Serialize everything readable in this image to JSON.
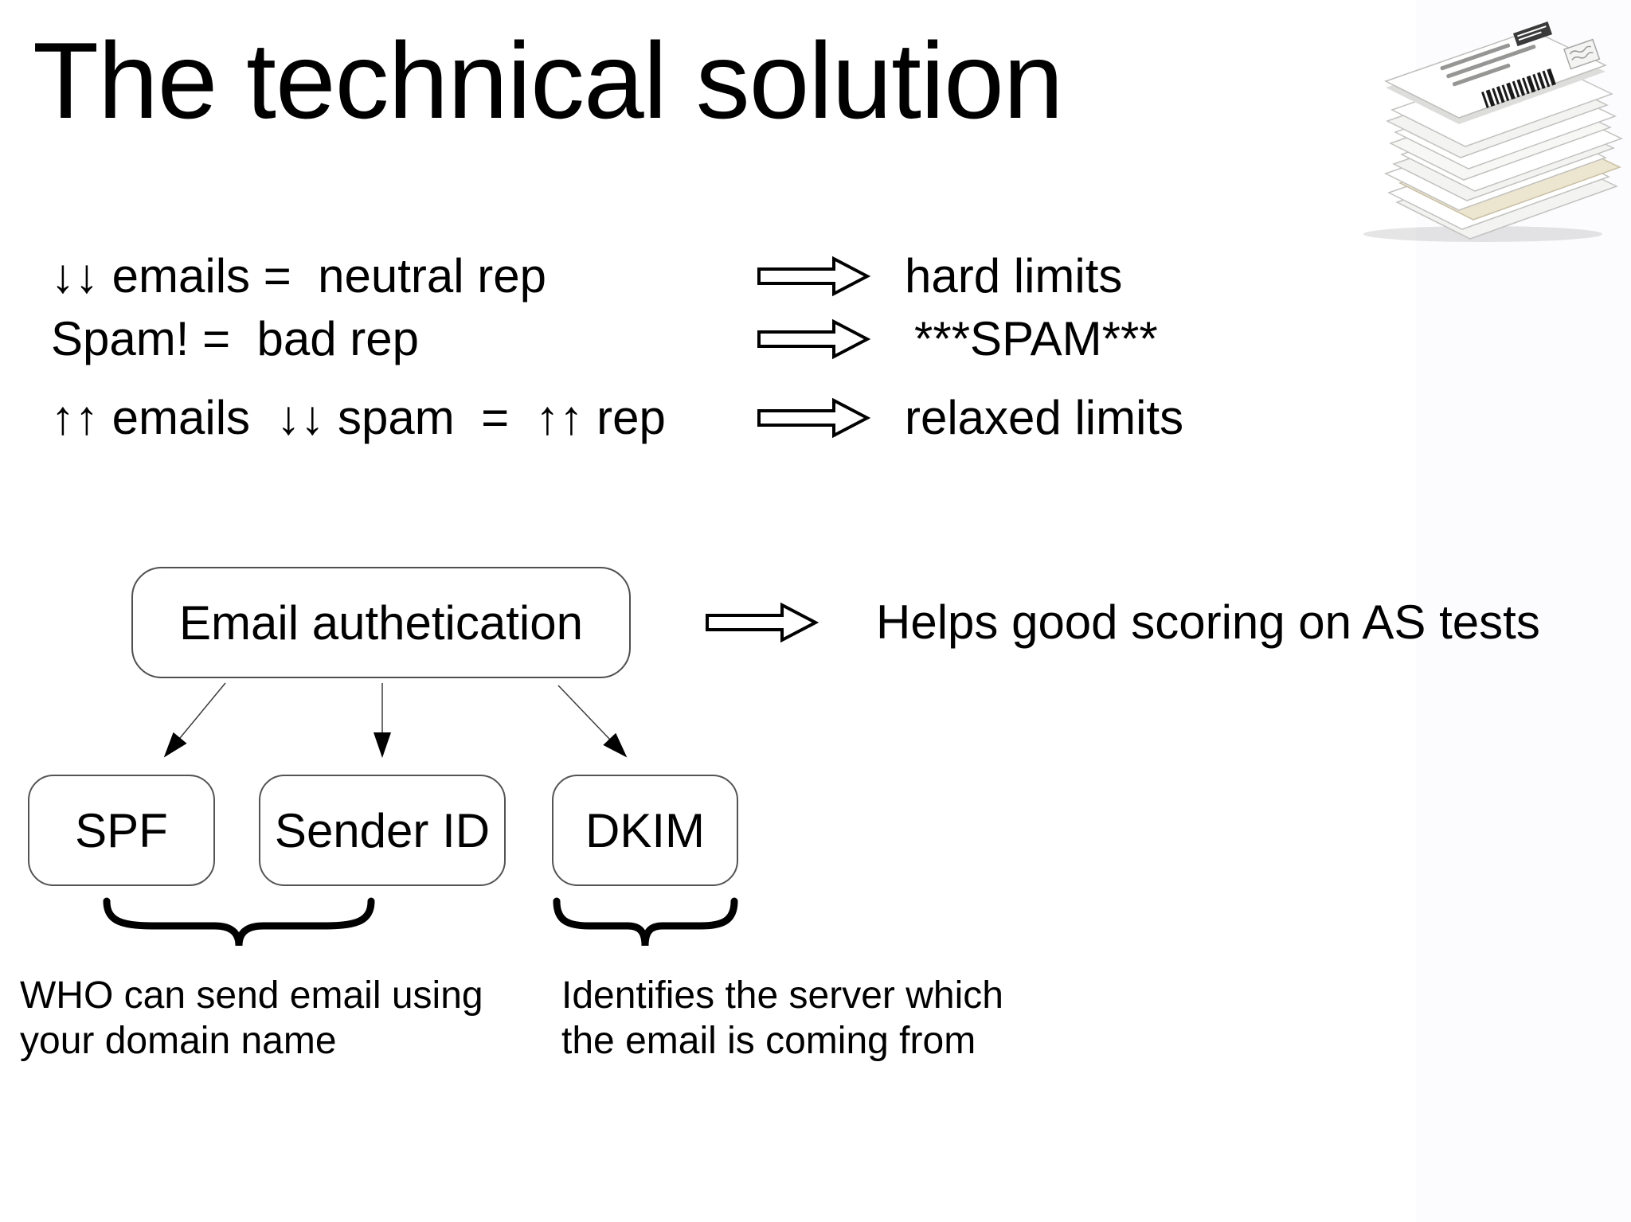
{
  "slide": {
    "title": "The technical solution",
    "background_color": "#ffffff",
    "text_color": "#000000",
    "box_border_color": "#4f4f4f"
  },
  "reputation_rules": {
    "rows": [
      {
        "condition": "↓↓ emails =  neutral rep",
        "result": "hard limits"
      },
      {
        "condition": "Spam! =  bad rep",
        "result": "***SPAM***"
      },
      {
        "condition": "↑↑ emails  ↓↓ spam  =  ↑↑ rep",
        "result": "relaxed limits"
      }
    ]
  },
  "authentication": {
    "box_label": "Email authetication",
    "result": "Helps good scoring on AS tests",
    "methods": [
      "SPF",
      "Sender ID",
      "DKIM"
    ],
    "captions": {
      "spf_senderid": {
        "line1": "WHO can send email using",
        "line2": "your domain name"
      },
      "dkim": {
        "line1": "Identifies the server which",
        "line2": "the email is coming from"
      }
    }
  },
  "icons": {
    "block_arrow": "block-arrow-right-icon",
    "connector_arrow": "connector-arrow-down-icon",
    "underbrace": "underbrace-icon",
    "envelope_stack": "envelope-stack-image"
  }
}
